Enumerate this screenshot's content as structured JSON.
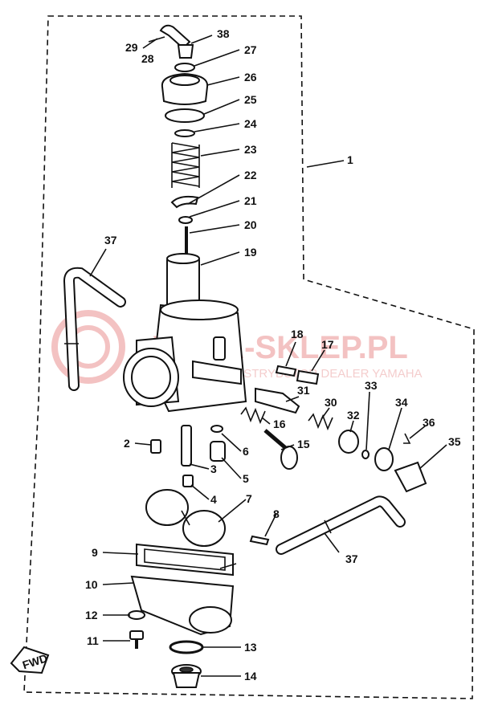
{
  "diagram": {
    "labels": [
      "1",
      "2",
      "3",
      "4",
      "5",
      "6",
      "7",
      "8",
      "9",
      "10",
      "11",
      "12",
      "13",
      "14",
      "15",
      "16",
      "17",
      "18",
      "19",
      "20",
      "21",
      "22",
      "23",
      "24",
      "25",
      "26",
      "27",
      "28",
      "29",
      "30",
      "31",
      "32",
      "33",
      "34",
      "35",
      "36",
      "37",
      "37",
      "38"
    ],
    "fwd": "FWD",
    "watermark": {
      "main": "YAMA-SKLEP.PL",
      "sub": "OFICJALNY DYSTRYBUTOR DEALER YAMAHA"
    }
  }
}
